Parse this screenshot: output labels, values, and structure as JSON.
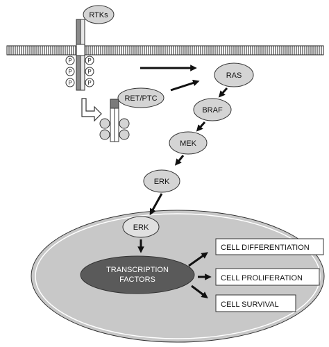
{
  "nodes": {
    "rtks": "RTKs",
    "ret_ptc": "RET/PTC",
    "ras": "RAS",
    "braf": "BRAF",
    "mek": "MEK",
    "erk_cytoplasm": "ERK",
    "erk_nucleus": "ERK",
    "transcription_line1": "TRANSCRIPTION",
    "transcription_line2": "FACTORS"
  },
  "phospho_label": "P",
  "outcomes": {
    "differentiation": "CELL DIFFERENTIATION",
    "proliferation": "CELL PROLIFERATION",
    "survival": "CELL SURVIVAL"
  },
  "colors": {
    "oval_fill": "#d4d4d4",
    "nucleus_fill": "#c8c8c8",
    "transcription_fill": "#5a5a5a",
    "receptor_dark": "#8a8a8a",
    "receptor_light": "#e6e6e6",
    "outline": "#333333"
  }
}
